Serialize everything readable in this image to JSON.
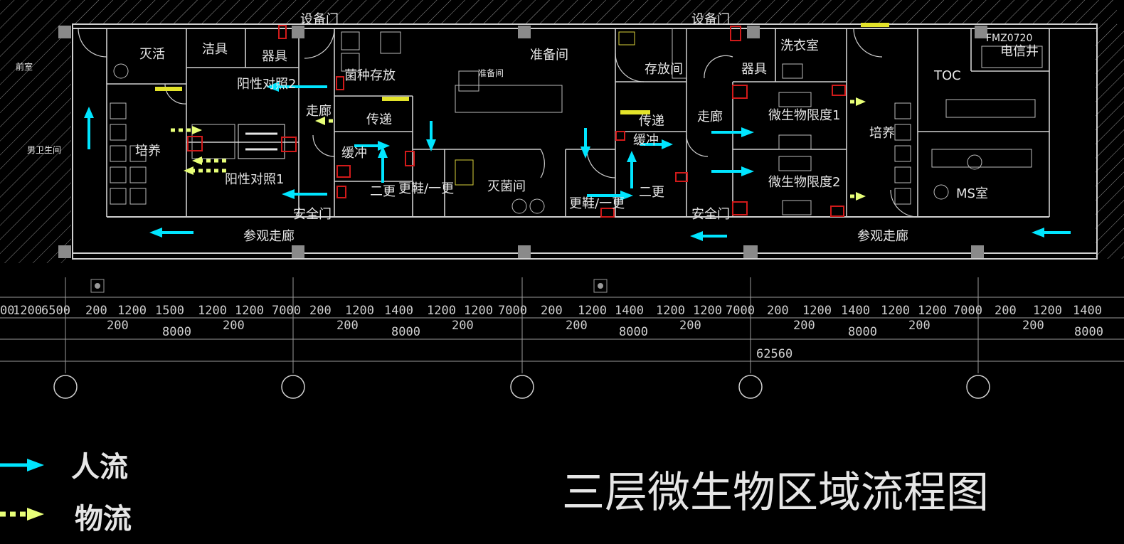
{
  "title": "三层微生物区域流程图",
  "legend": {
    "people_flow": "人流",
    "material_flow": "物流"
  },
  "colors": {
    "people_flow": "#00e5ff",
    "material_flow": "#e8ff78",
    "door": "#d11a1a",
    "wall": "#cfcfcf",
    "label": "#e6e6e6"
  },
  "rooms": {
    "lunch": "前室",
    "staff_toilet": "男卫生间",
    "inactivation": "灭活",
    "janitor": "洁具",
    "tools_left": "器具",
    "equipment_door_left": "设备门",
    "positive_control_2": "阳性对照2",
    "positive_control_1": "阳性对照1",
    "culture_left": "培养",
    "strain_storage": "菌种存放",
    "corridor_left": "走廊",
    "pass_left": "传递",
    "buffer_left": "缓冲",
    "second_change_left": "二更",
    "shoe_first_change": "更鞋/一更",
    "safety_door_left": "安全门",
    "visit_corridor_left": "参观走廊",
    "prep_room": "准备间",
    "prep_small": "准备间",
    "sterilization": "灭菌间",
    "storage_room": "存放间",
    "pass_right": "传递",
    "buffer_right": "缓冲",
    "shoe_change_right": "更鞋/一更",
    "second_change_right": "二更",
    "equipment_door_right": "设备门",
    "tools_right": "器具",
    "laundry": "洗衣室",
    "corridor_right": "走廊",
    "micro_limit_1": "微生物限度1",
    "micro_limit_2": "微生物限度2",
    "safety_door_right": "安全门",
    "visit_corridor_right": "参观走廊",
    "culture_right": "培养",
    "toc": "TOC",
    "telecom_shaft": "电信井",
    "fmz_code": "FMZ0720",
    "ms_room": "MS室"
  },
  "dimensions": {
    "row1": [
      "00",
      "1200",
      "6500",
      "200",
      "1200",
      "1500",
      "1200",
      "1200",
      "7000",
      "200",
      "1200",
      "1400",
      "1200",
      "1200",
      "7000",
      "200",
      "1200",
      "1400",
      "1200",
      "1200",
      "7000",
      "200",
      "1200",
      "1400",
      "1200",
      "1200",
      "7000",
      "200",
      "1200",
      "1400"
    ],
    "row2_200": [
      "200",
      "200",
      "200",
      "200",
      "200",
      "200",
      "200",
      "200",
      "200"
    ],
    "row2_8000": [
      "8000",
      "8000",
      "8000",
      "8000",
      "8000"
    ],
    "total": "62560"
  }
}
